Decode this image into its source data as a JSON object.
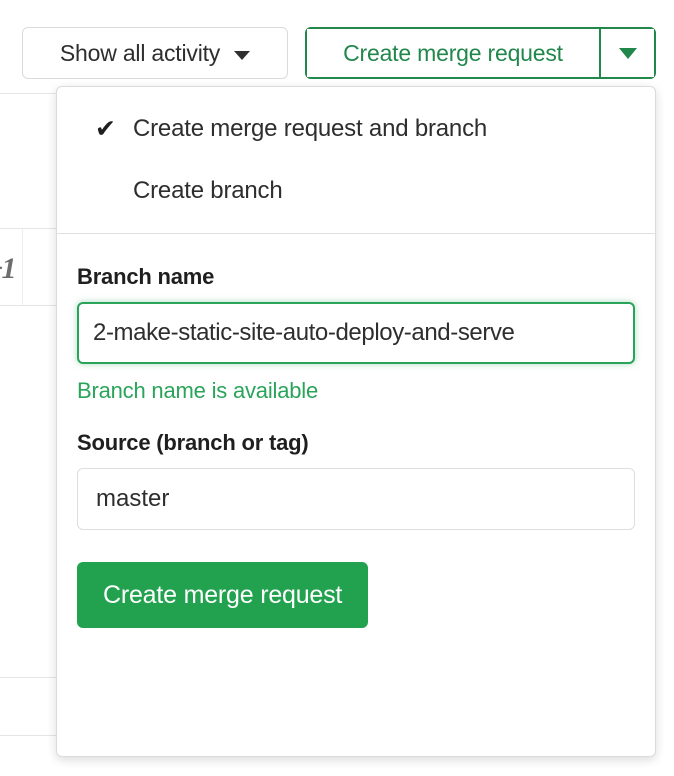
{
  "toolbar": {
    "activity_filter": {
      "label": "Show all activity",
      "chevron_icon": "chevron-down-icon"
    },
    "create_button": {
      "label": "Create merge request",
      "toggle_icon": "chevron-down-icon"
    }
  },
  "dropdown": {
    "menu_items": [
      {
        "label": "Create merge request and branch",
        "selected": true,
        "check_icon": "check-icon",
        "check_glyph": "✔"
      },
      {
        "label": "Create branch",
        "selected": false,
        "check_icon": "",
        "check_glyph": ""
      }
    ],
    "form": {
      "branch_name_label": "Branch name",
      "branch_name_value": "2-make-static-site-auto-deploy-and-serve",
      "branch_name_placeholder": "Branch name",
      "availability_message": "Branch name is available",
      "source_label": "Source (branch or tag)",
      "source_value": "master",
      "source_placeholder": "Source (branch or tag)",
      "submit_label": "Create merge request"
    }
  },
  "background": {
    "clipped_text": "̶ 1"
  },
  "colors": {
    "brand_green": "#22a24f",
    "green_outline": "#21874b",
    "success_text": "#2aa45a",
    "border_grey": "#dbdbdb",
    "text_dark": "#2e2e2e"
  }
}
